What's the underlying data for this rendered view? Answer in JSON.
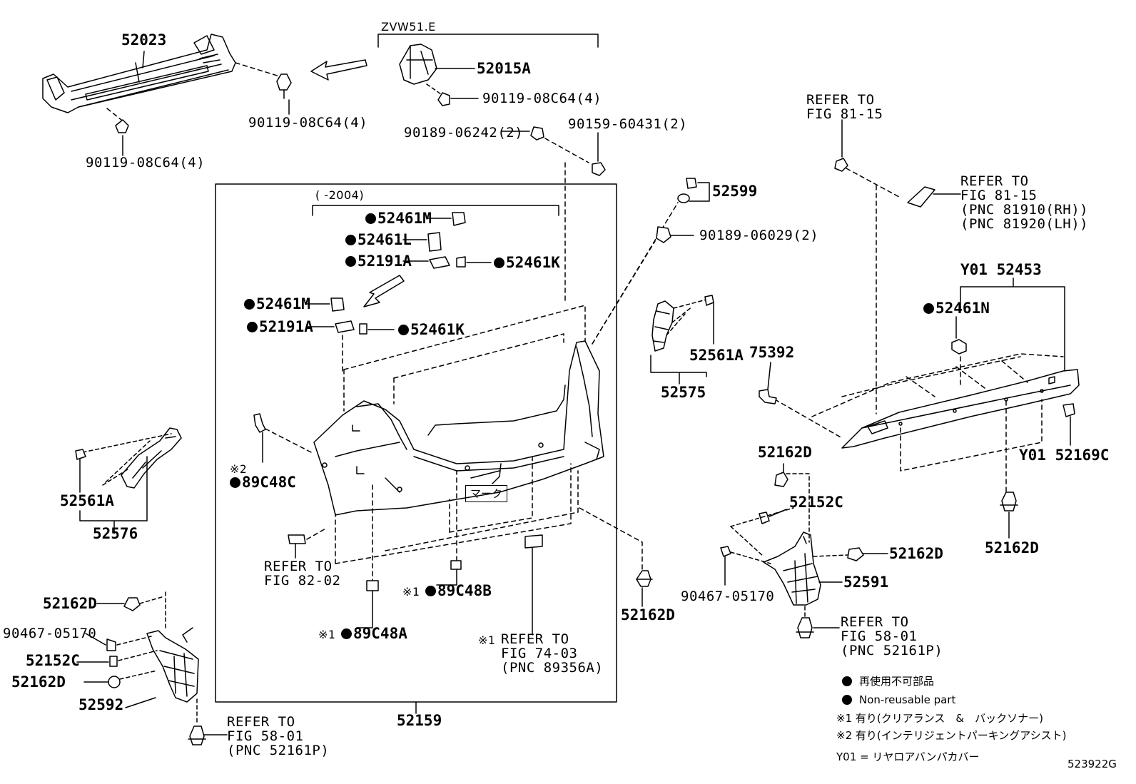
{
  "diagram_code": "523922G",
  "variant_label": "ZVW51.E",
  "date_range": "(      -2004)",
  "mark_label": "マーク",
  "legend": {
    "non_reusable_jp": "再使用不可部品",
    "non_reusable_en": "Non-reusable part",
    "note1": "※1 有り(クリアランス　&　バックソナー)",
    "note2": "※2 有り(インテリジェントパーキングアシスト)",
    "y01": "Y01 = リヤロアバンパカバー"
  },
  "labels": {
    "p52023": "52023",
    "p90119_a": "90119-08C64(4)",
    "p90119_b": "90119-08C64(4)",
    "p52015A": "52015A",
    "p90119_c": "90119-08C64(4)",
    "p90189_06242": "90189-06242(2)",
    "p90159": "90159-60431(2)",
    "p52461M_1": "52461M",
    "p52461L": "52461L",
    "p52191A_1": "52191A",
    "p52461K_1": "52461K",
    "p52461M_2": "52461M",
    "p52191A_2": "52191A",
    "p52461K_2": "52461K",
    "p52599": "52599",
    "p90189_06029": "90189-06029(2)",
    "p52561A_r": "52561A",
    "p52575": "52575",
    "p89C48C_note": "※2",
    "p89C48C": "89C48C",
    "p52561A_l": "52561A",
    "p52576": "52576",
    "refer_82_line1": "REFER TO",
    "refer_82_line2": "FIG 82-02",
    "p89C48B_note": "※1",
    "p89C48B": "89C48B",
    "p89C48A_note": "※1",
    "p89C48A": "89C48A",
    "refer_74_line1": "REFER TO",
    "refer_74_note": "※1",
    "refer_74_line2": "FIG 74-03",
    "refer_74_line3": "(PNC 89356A)",
    "p52159": "52159",
    "p52162D_c": "52162D",
    "refer_81a_line1": "REFER TO",
    "refer_81a_line2": "FIG 81-15",
    "refer_81b_line1": "REFER TO",
    "refer_81b_line2": "FIG 81-15",
    "refer_81b_line3": "(PNC 81910(RH))",
    "refer_81b_line4": "(PNC 81920(LH))",
    "p52453": "Y01 52453",
    "p52461N": "52461N",
    "p75392": "75392",
    "p52169C": "Y01 52169C",
    "p52162D_r1": "52162D",
    "p52152C_r": "52152C",
    "p52162D_r2": "52162D",
    "p90467_r": "90467-05170",
    "p52591": "52591",
    "p52162D_r3": "52162D",
    "refer_58r_line1": "REFER TO",
    "refer_58r_line2": "FIG 58-01",
    "refer_58r_line3": "(PNC 52161P)",
    "p52162D_l1": "52162D",
    "p90467_l": "90467-05170",
    "p52152C_l": "52152C",
    "p52162D_l2": "52162D",
    "p52592": "52592",
    "refer_58l_line1": "REFER TO",
    "refer_58l_line2": "FIG 58-01",
    "refer_58l_line3": "(PNC 52161P)"
  }
}
